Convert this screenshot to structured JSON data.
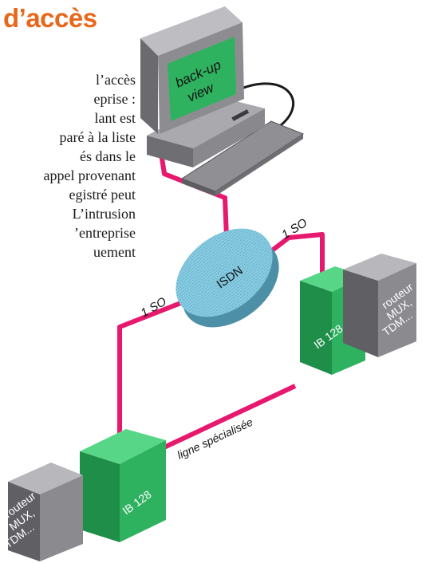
{
  "title": "d’accès",
  "body_lines": [
    "l’accès",
    "eprise :",
    "lant est",
    "paré à la liste",
    "és dans le",
    "appel provenant",
    "egistré peut",
    "L’intrusion",
    "’entreprise",
    "uement"
  ],
  "computer": {
    "screen_line1": "back-up",
    "screen_line2": "view"
  },
  "cloud": {
    "label": "ISDN"
  },
  "links": {
    "so_top": "1 SO",
    "so_left": "1 SO",
    "leased": "ligne spécialisée"
  },
  "nodes": {
    "ib_right": "IB 128",
    "ib_left": "IB 128"
  },
  "routers": {
    "right": [
      "routeur",
      "MUX,",
      "TDM..."
    ],
    "left": [
      "routeur",
      "MUX,",
      "TDM..."
    ]
  },
  "colors": {
    "title": "#e8671b",
    "line": "#e6196e",
    "cube_front": "#2fb260",
    "cube_top": "#58d688",
    "cube_side": "#1e8e49",
    "isdn": "#7fc5dc",
    "router_front": "#8a8a8f",
    "router_top": "#b7b7bc",
    "router_side": "#5f5f64"
  }
}
